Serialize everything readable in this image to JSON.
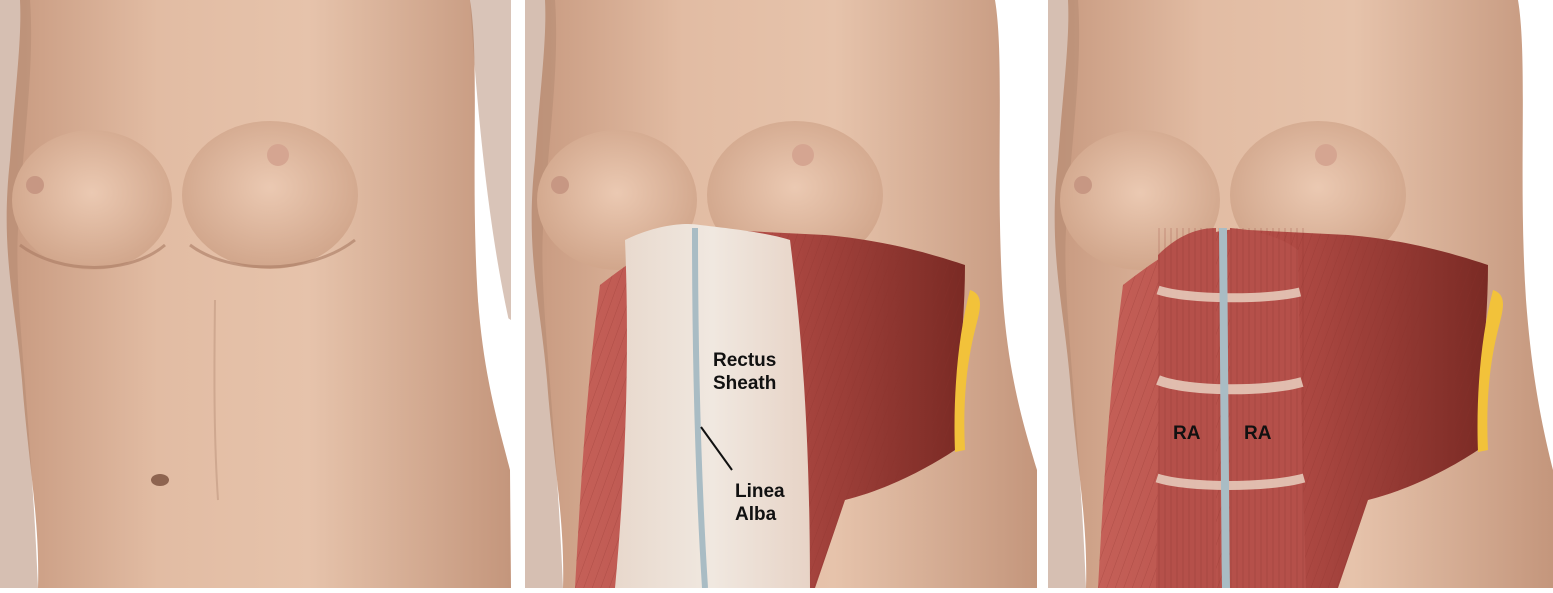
{
  "panels": [
    {
      "id": "surface"
    },
    {
      "id": "rectus-sheath-view",
      "labels": {
        "rectus_line1": "Rectus",
        "rectus_line2": "Sheath",
        "linea_line1": "Linea",
        "linea_line2": "Alba"
      }
    },
    {
      "id": "rectus-abdominis-view",
      "labels": {
        "ra_left": "RA",
        "ra_right": "RA"
      }
    }
  ],
  "colors": {
    "skin": "#ddb297",
    "skin_shadow": "#b98c72",
    "muscle": "#b4504a",
    "muscle_dark": "#7a2a24",
    "sheath": "#ece4dc",
    "linea": "#a9bcc4",
    "fat": "#f2c23a"
  }
}
